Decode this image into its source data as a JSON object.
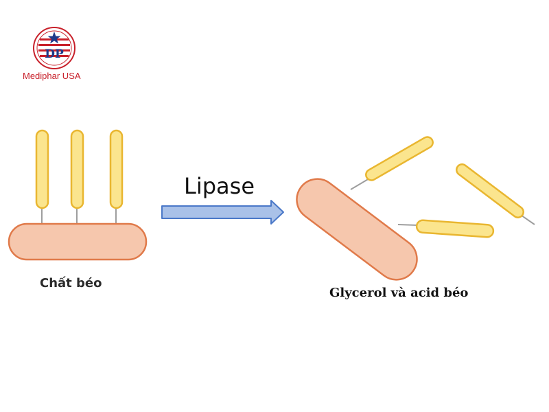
{
  "logo": {
    "monogram": "DP",
    "brand": "Mediphar USA",
    "colors": {
      "red": "#c8202a",
      "blue": "#1f3a8a"
    }
  },
  "diagram": {
    "reactant_label": "Chất béo",
    "enzyme_label": "Lipase",
    "product_label": "Glycerol và acid béo",
    "colors": {
      "glycerol_fill": "#f6c7ad",
      "glycerol_stroke": "#e07a4a",
      "fatty_acid_fill": "#fbe58e",
      "fatty_acid_stroke": "#e9b630",
      "bond": "#9e9e9e",
      "arrow_fill": "#a9c1e8",
      "arrow_stroke": "#4a78c8"
    }
  }
}
